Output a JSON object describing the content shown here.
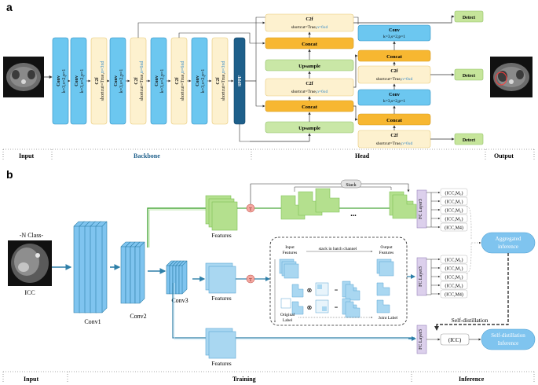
{
  "panel_a": {
    "label": "a",
    "input_label": "Input",
    "backbone_label": "Backbone",
    "head_label": "Head",
    "output_label": "Output",
    "backbone_blocks": [
      {
        "kind": "conv",
        "title": "Conv",
        "params": "k=3,s=2,p=1"
      },
      {
        "kind": "conv",
        "title": "Conv",
        "params": "k=3,s=2,p=1"
      },
      {
        "kind": "c2f",
        "title": "C2f",
        "params": "shortcut=True,",
        "n": "n=3xd"
      },
      {
        "kind": "conv",
        "title": "Conv",
        "params": "k=3,s=2,p=1"
      },
      {
        "kind": "c2f",
        "title": "C2f",
        "params": "shortcut=True,",
        "n": "n=6xd"
      },
      {
        "kind": "conv",
        "title": "Conv",
        "params": "k=3,s=2,p=1"
      },
      {
        "kind": "c2f",
        "title": "C2f",
        "params": "shortcut=True,",
        "n": "n=6xd"
      },
      {
        "kind": "conv",
        "title": "Conv",
        "params": "k=3,s=2,p=1"
      },
      {
        "kind": "c2f",
        "title": "C2f",
        "params": "shortcut=True,",
        "n": "n=3xd"
      },
      {
        "kind": "sppf",
        "title": "SPPF"
      }
    ],
    "head_col1": {
      "c2f_top": {
        "title": "C2f",
        "params": "shortcut=True,",
        "n": "n=6xd"
      },
      "concat_top": "Concat",
      "upsample_top": "Upsample",
      "c2f_mid": {
        "title": "C2f",
        "params": "shortcut=True,",
        "n": "n=6xd"
      },
      "concat_mid": "Concat",
      "upsample_bot": "Upsample"
    },
    "head_col2": {
      "conv_top": {
        "title": "Conv",
        "params": "k=3,s=2,p=1"
      },
      "concat_a": "Concat",
      "c2f_a": {
        "title": "C2f",
        "params": "shortcut=True,",
        "n": "n=6xd"
      },
      "conv_b": {
        "title": "Conv",
        "params": "k=3,s=2,p=1"
      },
      "concat_b": "Concat",
      "c2f_b": {
        "title": "C2f",
        "params": "shortcut=True,",
        "n": "n=6xd"
      }
    },
    "detect": [
      "Detect",
      "Detect",
      "Detect"
    ]
  },
  "panel_b": {
    "label": "b",
    "n_class": "-N Class-",
    "icc": "ICC",
    "conv_labels": [
      "Conv1",
      "Conv2",
      "Conv3"
    ],
    "features": "Features",
    "stack": "Stack",
    "ellipsis": "...",
    "t_symbol": "T",
    "fc_layer": "FC Layer3",
    "classes_top": [
      "(ICC,M₀)",
      "(ICC,M₁)",
      "(ICC,M₂)",
      "(ICC,M₃)",
      "(ICC,M4)"
    ],
    "classes_mid": [
      "(ICC,M₀)",
      "(ICC,M₁)",
      "(ICC,M₂)",
      "(ICC,M₃)",
      "(ICC,M4)"
    ],
    "icc_out": "(ICC)",
    "aggregated": [
      "Aggregated",
      "inference"
    ],
    "self_distill_label": "Self-distillation",
    "self_distill_inf": [
      "Self-distillation",
      "Inference"
    ],
    "inset": {
      "input_features": [
        "Input",
        "Features"
      ],
      "stack_channel": "stack in batch channel",
      "output_features": [
        "Output",
        "Features"
      ],
      "original_label": [
        "Original",
        "Label"
      ],
      "joint_label": "Joint Label",
      "otimes": "⊗",
      "equals": "="
    },
    "input_label": "Input",
    "training_label": "Training",
    "inference_label": "Inference"
  }
}
